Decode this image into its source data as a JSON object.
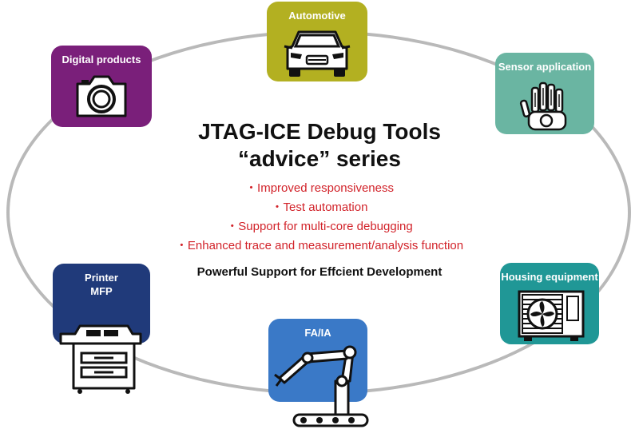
{
  "diagram": {
    "title": "JTAG-ICE Debug Tools\n“advice” series",
    "features": [
      "Improved responsiveness",
      "Test automation",
      "Support for multi-core debugging",
      "Enhanced trace and measurement/analysis function"
    ],
    "tagline": "Powerful Support for Effcient Development",
    "categories": {
      "automotive": {
        "label": "Automotive",
        "icon": "car-icon",
        "color": "#b3b021"
      },
      "digital": {
        "label": "Digital products",
        "icon": "camera-icon",
        "color": "#7a1f7a"
      },
      "sensor": {
        "label": "Sensor application",
        "icon": "robot-hand-icon",
        "color": "#6ab5a2"
      },
      "printer": {
        "label": "Printer\nMFP",
        "icon": "printer-icon",
        "color": "#203a7a"
      },
      "housing": {
        "label": "Housing equipment",
        "icon": "air-conditioner-icon",
        "color": "#209796"
      },
      "faia": {
        "label": "FA/IA",
        "icon": "robot-arm-icon",
        "color": "#3a79c7"
      }
    },
    "colors": {
      "feature_text": "#d2232a",
      "ring": "#b9b9b9"
    }
  }
}
